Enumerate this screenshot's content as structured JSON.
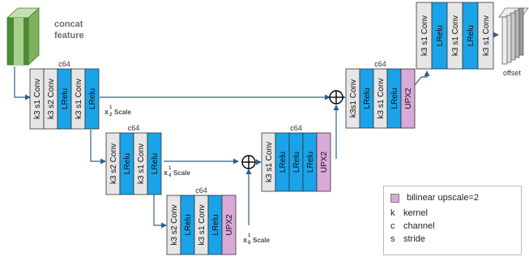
{
  "concat_label_line1": "concat",
  "concat_label_line2": "feature",
  "offset_label": "offset",
  "colors": {
    "conv": "#e6e6e6",
    "lrelu": "#1aa3e8",
    "upsample": "#d9a9d8",
    "arrow": "#2f5f8a",
    "feature_dark": "#3f7a2a",
    "feature_light": "#a8d08d"
  },
  "blocks": [
    {
      "id": "block1",
      "channel": "c64",
      "layers": [
        {
          "kind": "conv",
          "text": "k3 s1 Conv"
        },
        {
          "kind": "conv",
          "text": "k3 s2 Conv"
        },
        {
          "kind": "lrelu",
          "text": "LRelu"
        },
        {
          "kind": "conv",
          "text": "k3 s1 Conv"
        },
        {
          "kind": "lrelu",
          "text": "LRelu"
        }
      ]
    },
    {
      "id": "block2",
      "channel": "c64",
      "layers": [
        {
          "kind": "conv",
          "text": "k3 s2 Conv"
        },
        {
          "kind": "lrelu",
          "text": "LRelu"
        },
        {
          "kind": "conv",
          "text": "k3 s1 Conv"
        },
        {
          "kind": "lrelu",
          "text": "LRelu"
        }
      ]
    },
    {
      "id": "block3",
      "channel": "c64",
      "layers": [
        {
          "kind": "conv",
          "text": "k3 s2 Conv"
        },
        {
          "kind": "lrelu",
          "text": "LRelu"
        },
        {
          "kind": "conv",
          "text": "k3 s1 Conv"
        },
        {
          "kind": "lrelu",
          "text": "LRelu"
        },
        {
          "kind": "upsample",
          "text": "UPX2"
        }
      ]
    },
    {
      "id": "block4",
      "channel": "c64",
      "layers": [
        {
          "kind": "conv",
          "text": "k3 s1 Conv"
        },
        {
          "kind": "lrelu",
          "text": "LRelu"
        },
        {
          "kind": "lrelu",
          "text": "LRelu"
        },
        {
          "kind": "lrelu",
          "text": "LRelu"
        },
        {
          "kind": "upsample",
          "text": "UPX2"
        }
      ]
    },
    {
      "id": "block5",
      "channel": "c64",
      "layers": [
        {
          "kind": "conv",
          "text": "k3s1 Conv"
        },
        {
          "kind": "lrelu",
          "text": "LRelu"
        },
        {
          "kind": "conv",
          "text": "k3 s1 Conv"
        },
        {
          "kind": "lrelu",
          "text": "LRelu"
        },
        {
          "kind": "upsample",
          "text": "UPX2"
        }
      ]
    },
    {
      "id": "block6",
      "channel": "",
      "layers": [
        {
          "kind": "conv",
          "text": "k3 s1 Conv"
        },
        {
          "kind": "lrelu",
          "text": "LRelu"
        },
        {
          "kind": "conv",
          "text": "k3 s1 Conv"
        },
        {
          "kind": "lrelu",
          "text": "LRelu"
        },
        {
          "kind": "conv",
          "text": "k3 s1 Conv"
        }
      ]
    }
  ],
  "scales": [
    {
      "prefix": "x",
      "num": "1",
      "den": "2",
      "word": "Scale"
    },
    {
      "prefix": "x",
      "num": "1",
      "den": "4",
      "word": "Scale"
    },
    {
      "prefix": "x",
      "num": "1",
      "den": "8",
      "word": "Scale"
    }
  ],
  "sum_symbol": "⊕",
  "legend": {
    "upsample": "bilinear upscale=2",
    "k_key": "k",
    "k_text": "kernel",
    "c_key": "c",
    "c_text": "channel",
    "s_key": "s",
    "s_text": "stride"
  }
}
